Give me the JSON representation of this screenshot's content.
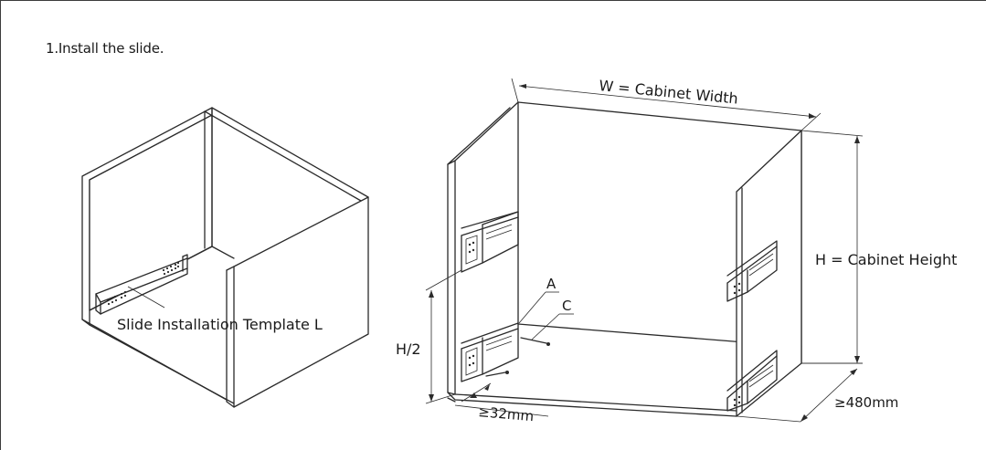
{
  "step": {
    "title": "1.Install the slide."
  },
  "labels": {
    "template": "Slide Installation Template L",
    "width": "W = Cabinet Width",
    "height": "H = Cabinet Height",
    "half_height": "H/2",
    "point_a": "A",
    "point_c": "C",
    "min_setback": "≥32mm",
    "min_depth": "≥480mm"
  },
  "colors": {
    "line": "#2a2a2a",
    "text": "#1a1a1a",
    "frame": "#3c3c3c"
  }
}
